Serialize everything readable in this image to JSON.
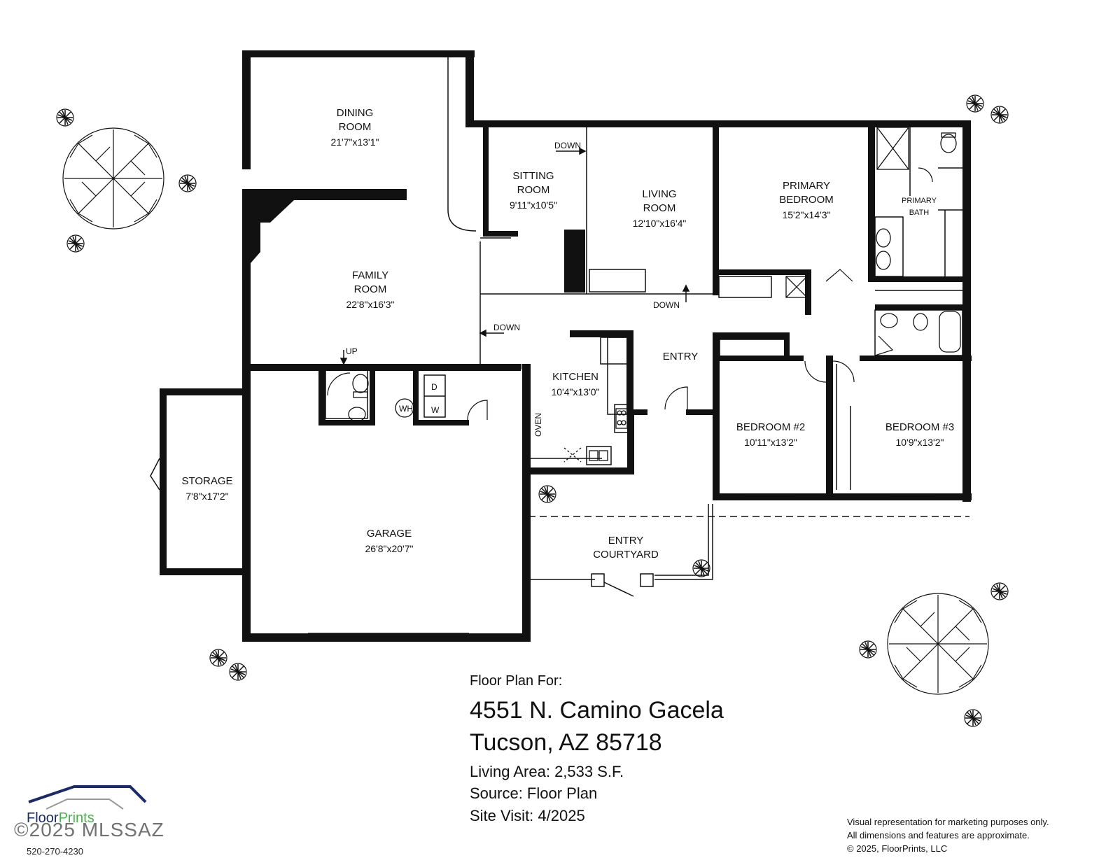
{
  "rooms": {
    "dining": {
      "name1": "DINING",
      "name2": "ROOM",
      "dim": "21'7\"x13'1\""
    },
    "sitting": {
      "name1": "SITTING",
      "name2": "ROOM",
      "dim": "9'11\"x10'5\""
    },
    "living": {
      "name1": "LIVING",
      "name2": "ROOM",
      "dim": "12'10\"x16'4\""
    },
    "primary_bed": {
      "name1": "PRIMARY",
      "name2": "BEDROOM",
      "dim": "15'2\"x14'3\""
    },
    "primary_bath": {
      "name1": "PRIMARY",
      "name2": "BATH"
    },
    "family": {
      "name1": "FAMILY",
      "name2": "ROOM",
      "dim": "22'8\"x16'3\""
    },
    "kitchen": {
      "name1": "KITCHEN",
      "dim": "10'4\"x13'0\""
    },
    "entry": {
      "name1": "ENTRY"
    },
    "bed2": {
      "name1": "BEDROOM #2",
      "dim": "10'11\"x13'2\""
    },
    "bed3": {
      "name1": "BEDROOM #3",
      "dim": "10'9\"x13'2\""
    },
    "storage": {
      "name1": "STORAGE",
      "dim": "7'8\"x17'2\""
    },
    "garage": {
      "name1": "GARAGE",
      "dim": "26'8\"x20'7\""
    },
    "courtyard": {
      "name1": "ENTRY",
      "name2": "COURTYARD"
    }
  },
  "markers": {
    "down": "DOWN",
    "up": "UP",
    "wh": "WH",
    "oven": "OVEN",
    "dryer": "D",
    "washer": "W"
  },
  "info": {
    "label": "Floor Plan For:",
    "address_line1": "4551 N. Camino Gacela",
    "address_line2": "Tucson, AZ  85718",
    "living_area": "Living Area:  2,533 S.F.",
    "source": "Source:  Floor Plan",
    "site_visit": "Site Visit:  4/2025"
  },
  "disclaimer": {
    "line1": "Visual representation for marketing purposes only.",
    "line2": "All dimensions and features are approximate.",
    "line3": "© 2025, FloorPrints, LLC"
  },
  "logo": {
    "brand_a": "Floor",
    "brand_b": "Prints",
    "watermark": "©2025 MLSSAZ",
    "phone": "520-270-4230"
  },
  "icons": [
    "tree-icon",
    "shrub-icon",
    "toilet-icon",
    "sink-icon",
    "tub-icon",
    "shower-icon",
    "door-swing-icon",
    "arrow-icon"
  ],
  "colors": {
    "wall": "#111111",
    "logo_blue": "#1c2a66",
    "logo_green": "#4caf50"
  }
}
